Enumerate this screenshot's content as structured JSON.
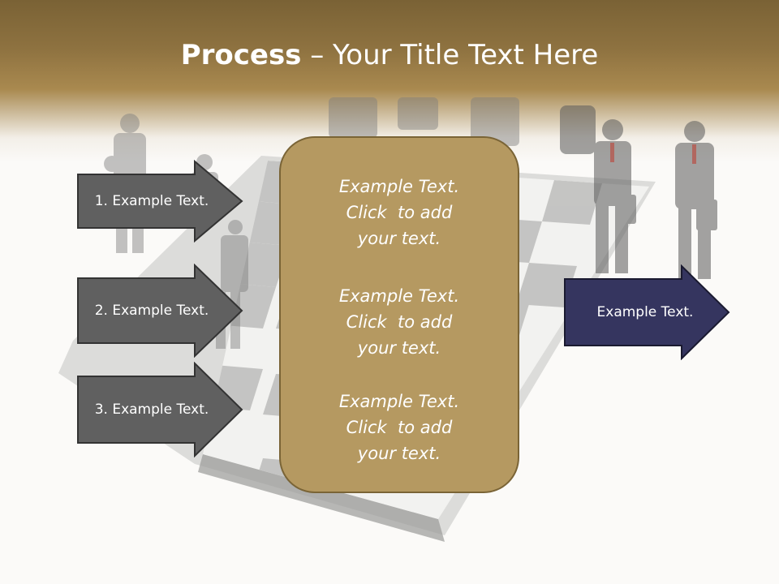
{
  "slide": {
    "title_bold": "Process",
    "title_rest": " – Your Title Text Here"
  },
  "left_arrows": [
    {
      "label": "1. Example Text."
    },
    {
      "label": "2. Example Text."
    },
    {
      "label": "3. Example Text."
    }
  ],
  "center_panel": {
    "blocks": [
      {
        "line1": "Example Text.",
        "line2": "Click  to add",
        "line3": "your text."
      },
      {
        "line1": "Example Text.",
        "line2": "Click  to add",
        "line3": "your text."
      },
      {
        "line1": "Example Text.",
        "line2": "Click  to add",
        "line3": "your text."
      }
    ]
  },
  "right_arrow": {
    "label": "Example Text."
  },
  "colors": {
    "header_gold": "#8e7240",
    "panel_fill": "#b59961",
    "left_arrow_fill": "#606060",
    "right_arrow_fill": "#35355f"
  }
}
